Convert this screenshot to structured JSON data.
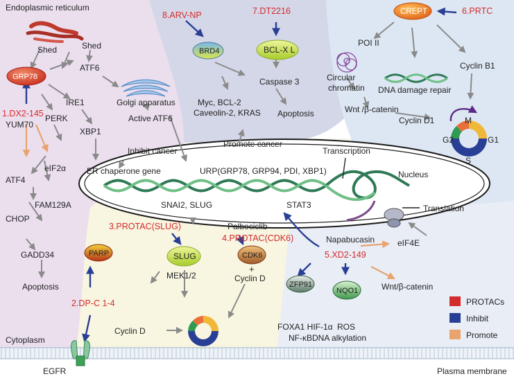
{
  "colors": {
    "protac": "#d42c2c",
    "inhibit": "#283f95",
    "promote": "#e8a36f",
    "label_red": "#d42c2c",
    "label_dark": "#222222",
    "arrow_gray": "#8a8a8a"
  },
  "regions": {
    "er": "Endoplasmic reticulum",
    "cytoplasm": "Cytoplasm",
    "nucleus": "Nucleus",
    "plasma": "Plasma membrane"
  },
  "er_pathway": {
    "shed_left": "Shed",
    "shed_right": "Shed",
    "grp78": "GRP78",
    "atf6": "ATF6",
    "golgi": "Golgi apparatus",
    "active_atf6": "Active ATF6",
    "ire1": "IRE1",
    "xbp1": "XBP1",
    "perk": "PERK",
    "drug1": "1.DX2-145",
    "yum70": "YUM70",
    "eif2a": "eIF2α",
    "atf4": "ATF4",
    "fam129a": "FAM129A",
    "chop": "CHOP",
    "gadd34": "GADD34",
    "apoptosis": "Apoptosis"
  },
  "top_middle": {
    "drug8": "8.ARV-NP",
    "brd4": "BRD4",
    "brd4_targets_1": "Myc, BCL-2",
    "brd4_targets_2": "Caveolin-2, KRAS",
    "drug7": "7.DT2216",
    "bclxl": "BCL-X L",
    "caspase3": "Caspase 3",
    "apoptosis": "Apoptosis"
  },
  "top_right": {
    "crept": "CREPT",
    "drug6": "6.PRTC",
    "poi2": "POI II",
    "circular_1": "Circular",
    "circular_2": "chromatin",
    "dna_repair": "DNA damage repair",
    "cyclin_b1": "Cyclin B1",
    "wnt": "Wnt /β-catenin",
    "cyclin_d1": "Cyclin D1",
    "cycle_m": "M",
    "cycle_g2": "G2",
    "cycle_g1": "G1",
    "cycle_s": "S"
  },
  "nucleus": {
    "inhibit_cancer": "Inhibit cancer",
    "promote_cancer": "Promote cancer",
    "er_chaperone": "ER chaperone gene",
    "urp": "URP(GRP78, GRP94, PDI, XBP1)",
    "transcription": "Transcription",
    "snai2": "SNAI2, SLUG",
    "stat3": "STAT3",
    "translation": "Translation"
  },
  "bottom_left": {
    "drug3": "3.PROTAC(SLUG)",
    "slug": "SLUG",
    "mek": "MEK1/2",
    "cyclin_d": "Cyclin D",
    "parp": "PARP",
    "drug2": "2.DP-C 1-4",
    "palbociclib": "Palbociclib",
    "drug4": "4.PROTAC(CDK6)",
    "cdk6": "CDK6",
    "plus": "+",
    "cyclin_d2": "Cyclin D",
    "egfr": "EGFR"
  },
  "bottom_right": {
    "napabucasin": "Napabucasin",
    "eif4e": "eIF4E",
    "drug5": "5.XD2-149",
    "zfp91": "ZFP91",
    "nqo1": "NQO1",
    "wnt": "Wnt/β-catenin",
    "foxa1": "FOXA1 HIF-1α",
    "nfkb": "NF-κB",
    "ros": "ROS",
    "dna_alk": "DNA alkylation"
  },
  "legend": [
    {
      "label": "PROTACs",
      "color": "#d42c2c"
    },
    {
      "label": "Inhibit",
      "color": "#283f95"
    },
    {
      "label": "Promote",
      "color": "#e8a36f"
    }
  ]
}
